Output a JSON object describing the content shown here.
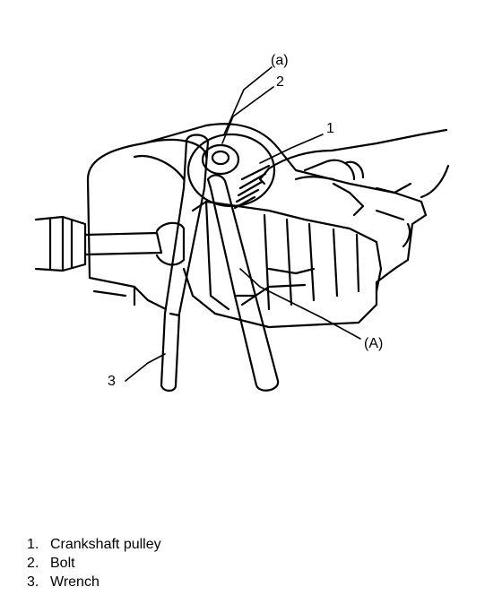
{
  "callouts": {
    "a_lower": "(a)",
    "two": "2",
    "one": "1",
    "a_upper": "(A)",
    "three": "3"
  },
  "legend": [
    {
      "num": "1.",
      "text": "Crankshaft pulley"
    },
    {
      "num": "2.",
      "text": "Bolt"
    },
    {
      "num": "3.",
      "text": "Wrench"
    }
  ]
}
